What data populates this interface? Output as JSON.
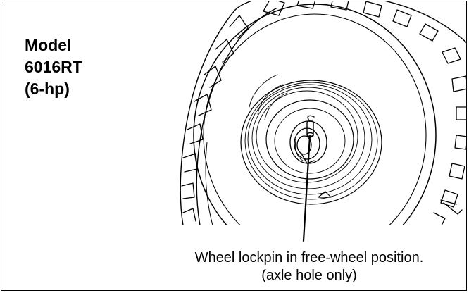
{
  "title": {
    "line1": "Model",
    "line2": "6016RT",
    "line3": "(6-hp)"
  },
  "caption": {
    "line1": "Wheel lockpin in free-wheel position.",
    "line2": "(axle hole only)"
  },
  "illustration": {
    "subject": "tiller wheel with axle hub and lockpin"
  }
}
